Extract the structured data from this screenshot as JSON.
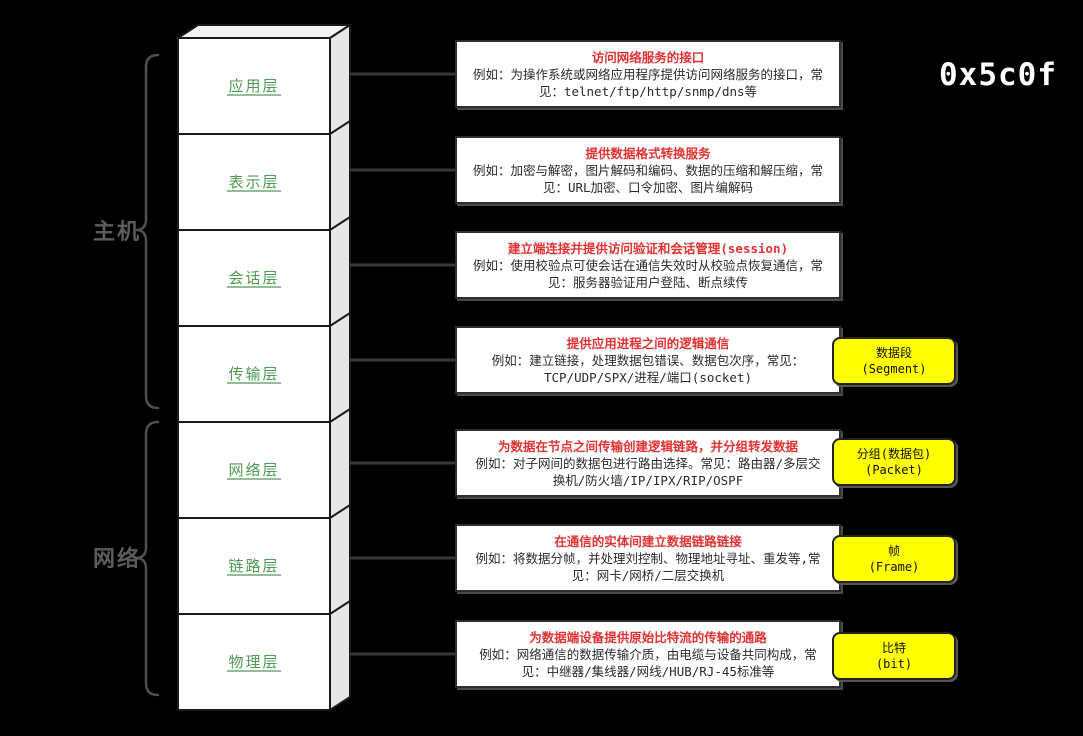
{
  "logo": {
    "text": "0x5c0f",
    "color": "#ffffff"
  },
  "colors": {
    "background": "#000000",
    "title_red": "#e03434",
    "layer_green": "#4e9a52",
    "unit_yellow": "#ffff00",
    "group_gray": "#5c5c5c",
    "box_fill": "#ffffff"
  },
  "groups": [
    {
      "label": "主机"
    },
    {
      "label": "网络"
    }
  ],
  "layers": [
    {
      "label": "应用层"
    },
    {
      "label": "表示层"
    },
    {
      "label": "会话层"
    },
    {
      "label": "传输层"
    },
    {
      "label": "网络层"
    },
    {
      "label": "链路层"
    },
    {
      "label": "物理层"
    }
  ],
  "descriptions": [
    {
      "title": "访问网络服务的接口",
      "body": "例如：为操作系统或网络应用程序提供访问网络服务的接口，常见：telnet/ftp/http/snmp/dns等"
    },
    {
      "title": "提供数据格式转换服务",
      "body": "例如：加密与解密，图片解码和编码、数据的压缩和解压缩，常见：URL加密、口令加密、图片编解码"
    },
    {
      "title": "建立端连接并提供访问验证和会话管理(session)",
      "body": "例如：使用校验点可使会话在通信失效时从校验点恢复通信，常见：服务器验证用户登陆、断点续传"
    },
    {
      "title": "提供应用进程之间的逻辑通信",
      "body": "例如：建立链接，处理数据包错误、数据包次序，常见：TCP/UDP/SPX/进程/端口(socket)"
    },
    {
      "title": "为数据在节点之间传输创建逻辑链路，并分组转发数据",
      "body": "例如：对子网间的数据包进行路由选择。常见：路由器/多层交换机/防火墙/IP/IPX/RIP/OSPF"
    },
    {
      "title": "在通信的实体间建立数据链路链接",
      "body": "例如：将数据分帧，并处理刘控制、物理地址寻址、重发等,常见：网卡/网桥/二层交换机"
    },
    {
      "title": "为数据端设备提供原始比特流的传输的通路",
      "body": "例如：网络通信的数据传输介质，由电缆与设备共同构成，常见：中继器/集线器/网线/HUB/RJ-45标准等"
    }
  ],
  "data_units": [
    {
      "line1": "数据段",
      "line2": "(Segment)"
    },
    {
      "line1": "分组(数据包)",
      "line2": "(Packet)"
    },
    {
      "line1": "帧",
      "line2": "(Frame)"
    },
    {
      "line1": "比特",
      "line2": "(bit)"
    }
  ]
}
